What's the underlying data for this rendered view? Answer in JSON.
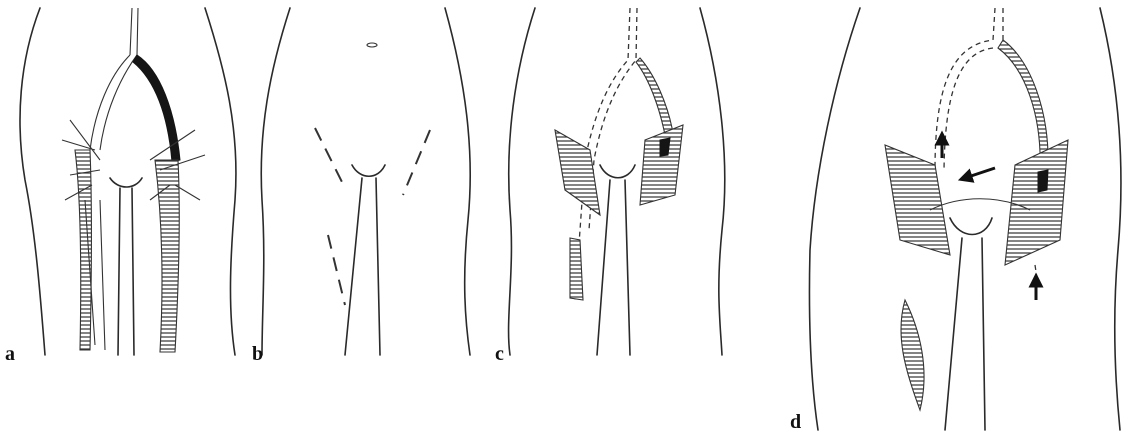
{
  "panels": [
    {
      "id": "a",
      "label": "a"
    },
    {
      "id": "b",
      "label": "b"
    },
    {
      "id": "c",
      "label": "c"
    },
    {
      "id": "d",
      "label": "d"
    }
  ],
  "colors": {
    "ink": "#2a2a2a",
    "background": "#ffffff",
    "solid_vessel": "#151515"
  }
}
